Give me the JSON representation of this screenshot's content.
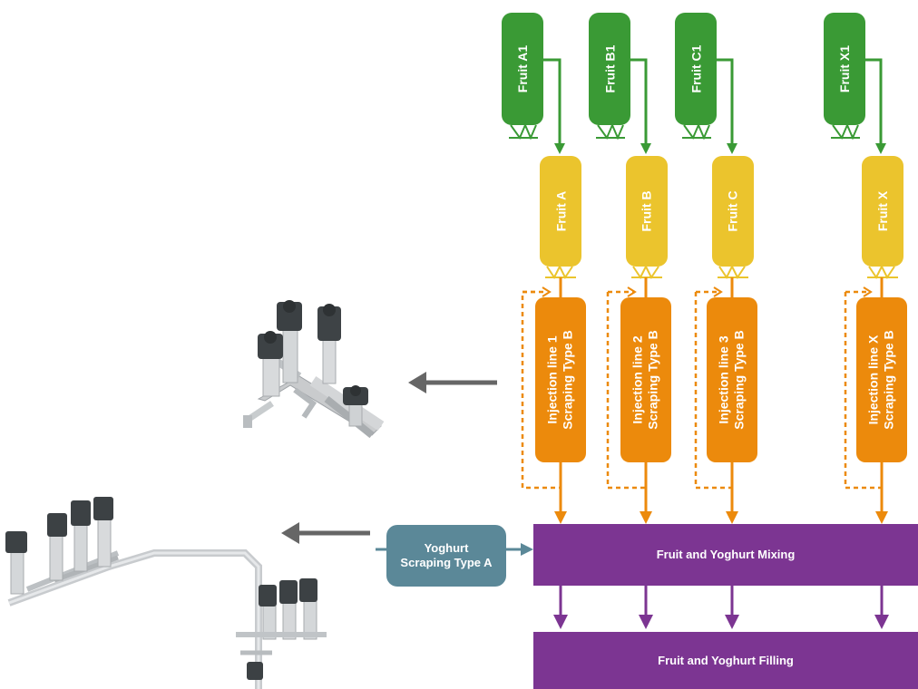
{
  "colors": {
    "green": "#3a9a35",
    "yellow": "#ebc42d",
    "orange": "#ec8a0c",
    "purple": "#7c3592",
    "slate": "#5b8898",
    "gray_arrow": "#666666"
  },
  "sources": [
    {
      "label": "Fruit A1"
    },
    {
      "label": "Fruit B1"
    },
    {
      "label": "Fruit C1"
    },
    {
      "label": "Fruit X1"
    }
  ],
  "fruits": [
    {
      "label": "Fruit A"
    },
    {
      "label": "Fruit B"
    },
    {
      "label": "Fruit C"
    },
    {
      "label": "Fruit X"
    }
  ],
  "injection_lines": [
    {
      "label": "Injection line 1\nScraping Type B"
    },
    {
      "label": "Injection line 2\nScraping Type B"
    },
    {
      "label": "Injection line 3\nScraping Type B"
    },
    {
      "label": "Injection line X\nScraping Type B"
    }
  ],
  "yoghurt": {
    "label": "Yoghurt\nScraping Type A"
  },
  "mixing": {
    "label": "Fruit and Yoghurt Mixing"
  },
  "filling": {
    "label": "Fruit and Yoghurt Filling"
  },
  "icons": {
    "top_equipment": "valve-cluster-icon",
    "bottom_equipment": "pipe-system-icon"
  }
}
